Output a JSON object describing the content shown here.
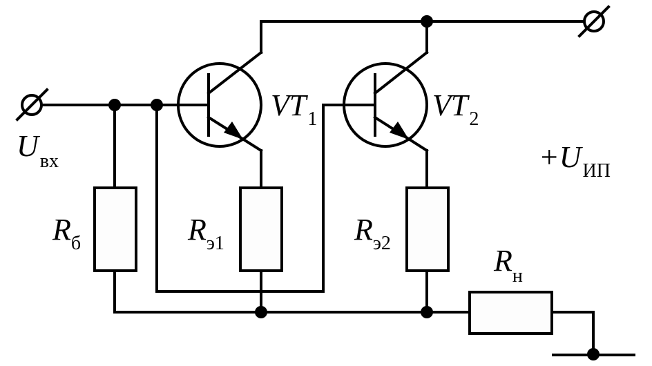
{
  "labels": {
    "u_in": {
      "main": "U",
      "sub": "вх"
    },
    "vt1": {
      "main": "VT",
      "sub": "1"
    },
    "vt2": {
      "main": "VT",
      "sub": "2"
    },
    "u_supply": {
      "main": "+U",
      "sub": "ИП"
    },
    "r_b": {
      "main": "R",
      "sub": "б"
    },
    "r_e1": {
      "main": "R",
      "sub": "э1"
    },
    "r_e2": {
      "main": "R",
      "sub": "э2"
    },
    "r_load": {
      "main": "R",
      "sub": "н"
    }
  }
}
